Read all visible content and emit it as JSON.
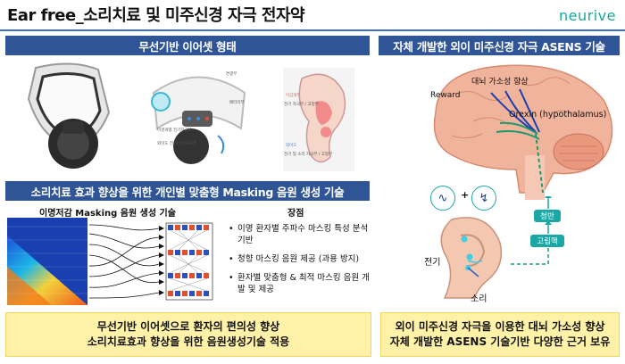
{
  "header": {
    "title": "Ear free_소리치료 및 미주신경 자극 전자약",
    "logo": "neurive"
  },
  "left_top": {
    "band": "무선기반 이어셋 형태",
    "earset_labels": [
      "연결부",
      "배터리부",
      "이경개별 전기자극부",
      "외이도 전기/소리자극부"
    ],
    "ear_labels": [
      "이갑개부",
      "전기 자극부 / 고정부",
      "외이도",
      "전기 및 소리 자극부 / 고정부"
    ]
  },
  "left_bottom": {
    "band": "소리치료 효과 향상을 위한 개인별 맞춤형 Masking 음원 생성 기술",
    "diagram_title": "이명저감 Masking 음원 생성 기술",
    "features_title": "장점",
    "features": [
      "이명 환자별 주파수 마스킹 특성 분석기반",
      "청향 마스킹 음원 제공 (과용 방지)",
      "환자별 맞춤형 & 최적 마스킹 음원 개발 및 제공"
    ]
  },
  "right": {
    "band": "자체 개발한 외이 미주신경 자극 ASENS 기술",
    "brain_labels": {
      "top": "대뇌 가소성 향상",
      "reward": "Reward",
      "orexin": "Orexin (hypothalamus)"
    },
    "pathway": [
      "청반",
      "고립핵"
    ],
    "ear_labels": [
      "전기",
      "소리"
    ],
    "stimulus_plus": "+"
  },
  "callouts": {
    "left": [
      "무선기반 이어셋으로 환자의 편의성 향상",
      "소리치료효과 향상을 위한 음원생성기술 적용"
    ],
    "right": [
      "외이 미주신경 자극을 이용한 대뇌 가소성 향상",
      "자체 개발한 ASENS 기술기반 다양한 근거 보유"
    ]
  },
  "colors": {
    "band": "#2f5597",
    "callout": "#fff2a8",
    "teal": "#1aa7a6",
    "logo": "#17a7a0"
  }
}
